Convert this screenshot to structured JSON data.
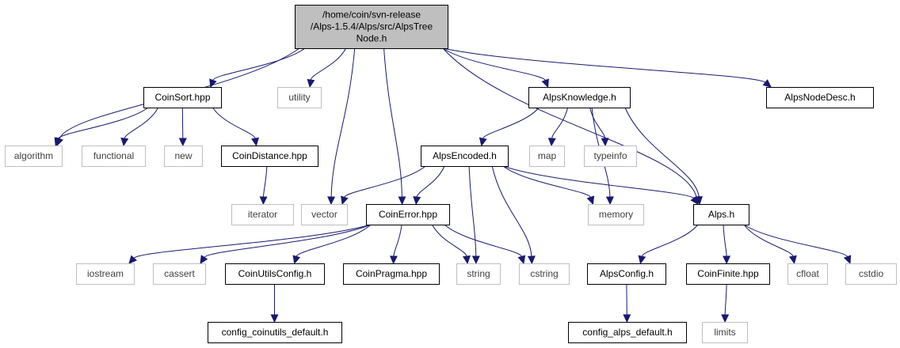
{
  "graph": {
    "nodes": [
      {
        "id": "root",
        "lines": [
          "/home/coin/svn-release",
          "/Alps-1.5.4/Alps/src/AlpsTree",
          "Node.h"
        ],
        "kind": "root"
      },
      {
        "id": "algorithm",
        "lines": [
          "algorithm"
        ],
        "kind": "weak"
      },
      {
        "id": "coinsort",
        "lines": [
          "CoinSort.hpp"
        ],
        "kind": "strong"
      },
      {
        "id": "utility",
        "lines": [
          "utility"
        ],
        "kind": "weak"
      },
      {
        "id": "vector",
        "lines": [
          "vector"
        ],
        "kind": "weak"
      },
      {
        "id": "coinerror",
        "lines": [
          "CoinError.hpp"
        ],
        "kind": "strong"
      },
      {
        "id": "alpsknowledge",
        "lines": [
          "AlpsKnowledge.h"
        ],
        "kind": "strong"
      },
      {
        "id": "alps",
        "lines": [
          "Alps.h"
        ],
        "kind": "strong"
      },
      {
        "id": "alpsnodedesc",
        "lines": [
          "AlpsNodeDesc.h"
        ],
        "kind": "strong"
      },
      {
        "id": "functional",
        "lines": [
          "functional"
        ],
        "kind": "weak"
      },
      {
        "id": "new",
        "lines": [
          "new"
        ],
        "kind": "weak"
      },
      {
        "id": "coindistance",
        "lines": [
          "CoinDistance.hpp"
        ],
        "kind": "strong"
      },
      {
        "id": "iterator",
        "lines": [
          "iterator"
        ],
        "kind": "weak"
      },
      {
        "id": "alpsencoded",
        "lines": [
          "AlpsEncoded.h"
        ],
        "kind": "strong"
      },
      {
        "id": "map",
        "lines": [
          "map"
        ],
        "kind": "weak"
      },
      {
        "id": "typeinfo",
        "lines": [
          "typeinfo"
        ],
        "kind": "weak"
      },
      {
        "id": "memory",
        "lines": [
          "memory"
        ],
        "kind": "weak"
      },
      {
        "id": "iostream",
        "lines": [
          "iostream"
        ],
        "kind": "weak"
      },
      {
        "id": "cassert",
        "lines": [
          "cassert"
        ],
        "kind": "weak"
      },
      {
        "id": "coinutilsconfig",
        "lines": [
          "CoinUtilsConfig.h"
        ],
        "kind": "strong"
      },
      {
        "id": "coinpragma",
        "lines": [
          "CoinPragma.hpp"
        ],
        "kind": "strong"
      },
      {
        "id": "string",
        "lines": [
          "string"
        ],
        "kind": "weak"
      },
      {
        "id": "cstring",
        "lines": [
          "cstring"
        ],
        "kind": "weak"
      },
      {
        "id": "alpsconfig",
        "lines": [
          "AlpsConfig.h"
        ],
        "kind": "strong"
      },
      {
        "id": "coinfinite",
        "lines": [
          "CoinFinite.hpp"
        ],
        "kind": "strong"
      },
      {
        "id": "cfloat",
        "lines": [
          "cfloat"
        ],
        "kind": "weak"
      },
      {
        "id": "cstdio",
        "lines": [
          "cstdio"
        ],
        "kind": "weak"
      },
      {
        "id": "configcoinutils",
        "lines": [
          "config_coinutils_default.h"
        ],
        "kind": "strong"
      },
      {
        "id": "configalps",
        "lines": [
          "config_alps_default.h"
        ],
        "kind": "strong"
      },
      {
        "id": "limits",
        "lines": [
          "limits"
        ],
        "kind": "weak"
      }
    ],
    "edges": [
      {
        "from": "root",
        "to": "algorithm"
      },
      {
        "from": "root",
        "to": "coinsort"
      },
      {
        "from": "root",
        "to": "utility"
      },
      {
        "from": "root",
        "to": "vector"
      },
      {
        "from": "root",
        "to": "coinerror"
      },
      {
        "from": "root",
        "to": "alpsknowledge"
      },
      {
        "from": "root",
        "to": "alps"
      },
      {
        "from": "root",
        "to": "alpsnodedesc"
      },
      {
        "from": "coinsort",
        "to": "algorithm"
      },
      {
        "from": "coinsort",
        "to": "functional"
      },
      {
        "from": "coinsort",
        "to": "new"
      },
      {
        "from": "coinsort",
        "to": "coindistance"
      },
      {
        "from": "coindistance",
        "to": "iterator"
      },
      {
        "from": "alpsknowledge",
        "to": "alpsencoded"
      },
      {
        "from": "alpsknowledge",
        "to": "map"
      },
      {
        "from": "alpsknowledge",
        "to": "typeinfo"
      },
      {
        "from": "alpsknowledge",
        "to": "memory"
      },
      {
        "from": "alpsknowledge",
        "to": "alps"
      },
      {
        "from": "alpsencoded",
        "to": "vector"
      },
      {
        "from": "alpsencoded",
        "to": "coinerror"
      },
      {
        "from": "alpsencoded",
        "to": "string"
      },
      {
        "from": "alpsencoded",
        "to": "cstring"
      },
      {
        "from": "alpsencoded",
        "to": "memory"
      },
      {
        "from": "alpsencoded",
        "to": "alps"
      },
      {
        "from": "coinerror",
        "to": "iostream"
      },
      {
        "from": "coinerror",
        "to": "cassert"
      },
      {
        "from": "coinerror",
        "to": "coinutilsconfig"
      },
      {
        "from": "coinerror",
        "to": "coinpragma"
      },
      {
        "from": "coinerror",
        "to": "string"
      },
      {
        "from": "coinerror",
        "to": "cstring"
      },
      {
        "from": "coinutilsconfig",
        "to": "configcoinutils"
      },
      {
        "from": "alps",
        "to": "alpsconfig"
      },
      {
        "from": "alps",
        "to": "coinfinite"
      },
      {
        "from": "alps",
        "to": "cfloat"
      },
      {
        "from": "alps",
        "to": "cstdio"
      },
      {
        "from": "alpsconfig",
        "to": "configalps"
      },
      {
        "from": "coinfinite",
        "to": "limits"
      }
    ]
  }
}
